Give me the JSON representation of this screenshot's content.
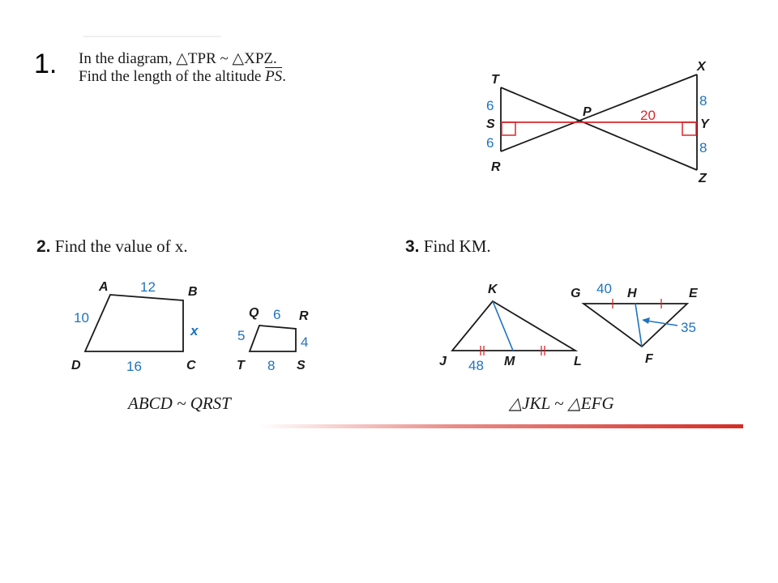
{
  "problem1": {
    "number": "1.",
    "line1": "In the diagram, △TPR ~ △XPZ.",
    "line2_prefix": "Find the length of the altitude ",
    "line2_seg": "PS",
    "line2_suffix": ".",
    "labels": {
      "T": "T",
      "S": "S",
      "R": "R",
      "P": "P",
      "X": "X",
      "Y": "Y",
      "Z": "Z"
    },
    "values": {
      "ts": "6",
      "sr": "6",
      "py": "20",
      "xy": "8",
      "yz": "8"
    }
  },
  "problem2": {
    "number": "2.",
    "text": "Find the value of x.",
    "labels": {
      "A": "A",
      "B": "B",
      "C": "C",
      "D": "D",
      "Q": "Q",
      "R": "R",
      "S": "S",
      "T": "T"
    },
    "values": {
      "ab": "12",
      "ad": "10",
      "dc": "16",
      "bc": "x",
      "qr": "6",
      "qt": "5",
      "rs": "4",
      "ts": "8"
    },
    "caption": "ABCD ~ QRST"
  },
  "problem3": {
    "number": "3.",
    "text": "Find KM.",
    "labels": {
      "K": "K",
      "J": "J",
      "M": "M",
      "L": "L",
      "G": "G",
      "H": "H",
      "E": "E",
      "F": "F"
    },
    "values": {
      "jl": "48",
      "ge": "40",
      "fh": "35"
    },
    "caption": "△JKL ~ △EFG"
  },
  "colors": {
    "accent_red": "#d32d26",
    "label_blue": "#1e73be",
    "altitude_red": "#d8262a"
  }
}
